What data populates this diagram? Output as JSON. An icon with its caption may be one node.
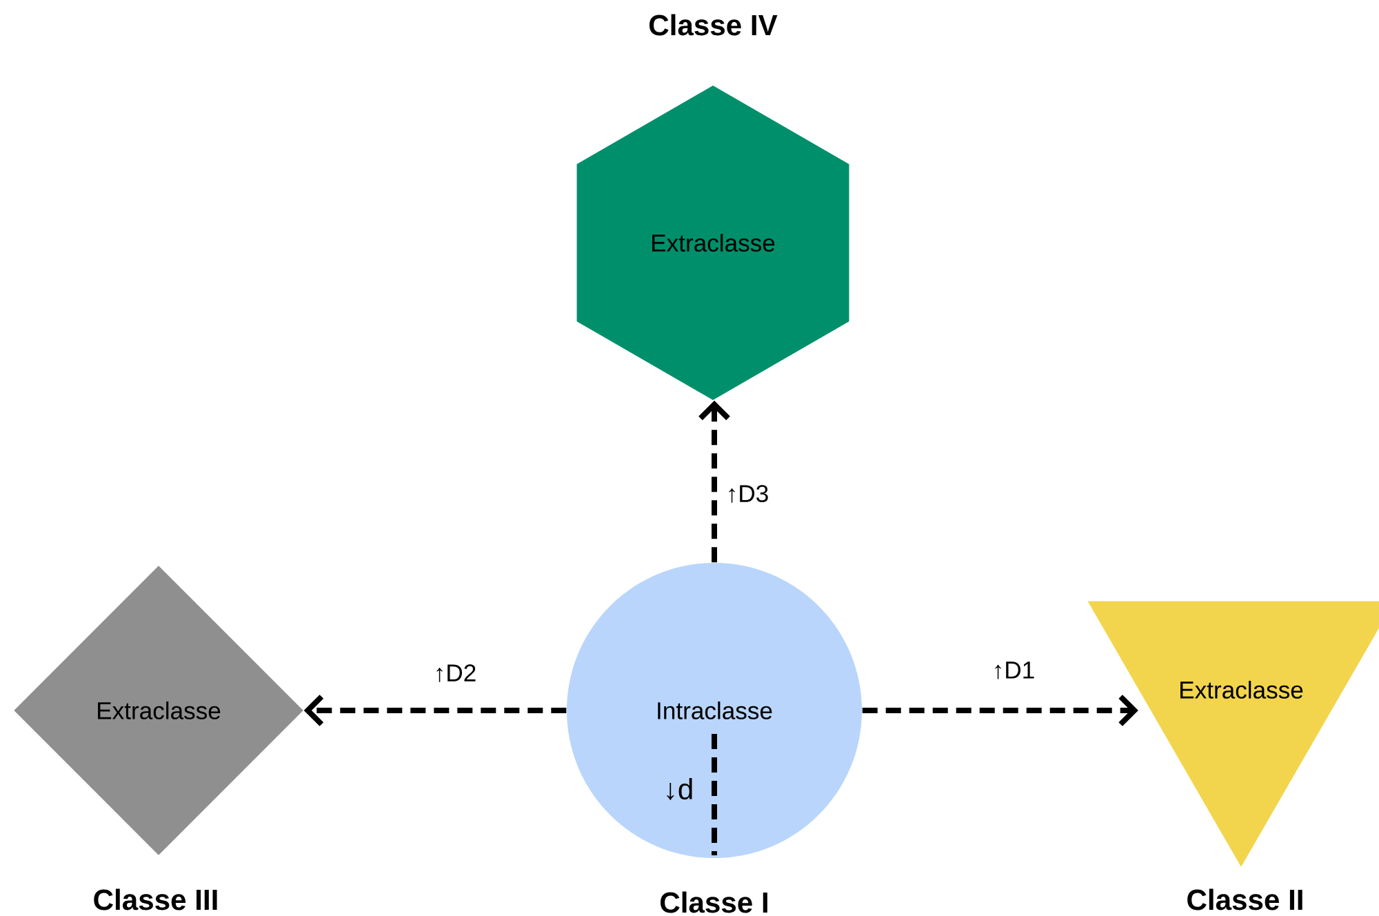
{
  "diagram": {
    "nodes": [
      {
        "text": [
          "Extraclasse"
        ],
        "beside": [
          "Classe IV"
        ]
      },
      {
        "text": [
          "Extraclasse"
        ],
        "beside": [
          "Classe III"
        ]
      },
      {
        "text": [
          "Intraclasse",
          "↓d"
        ],
        "beside": [
          "Classe I"
        ]
      },
      {
        "text": [
          "Extraclasse"
        ],
        "beside": [
          "Classe II"
        ]
      }
    ],
    "edges": [
      {
        "from": 2,
        "to": 0,
        "arrow": "to",
        "label": "↑D3",
        "style": "dashed"
      },
      {
        "from": 2,
        "to": 1,
        "arrow": "to",
        "label": "↑D2",
        "style": "dashed"
      },
      {
        "from": 2,
        "to": 3,
        "arrow": "to",
        "label": "↑D1",
        "style": "dashed"
      }
    ]
  }
}
